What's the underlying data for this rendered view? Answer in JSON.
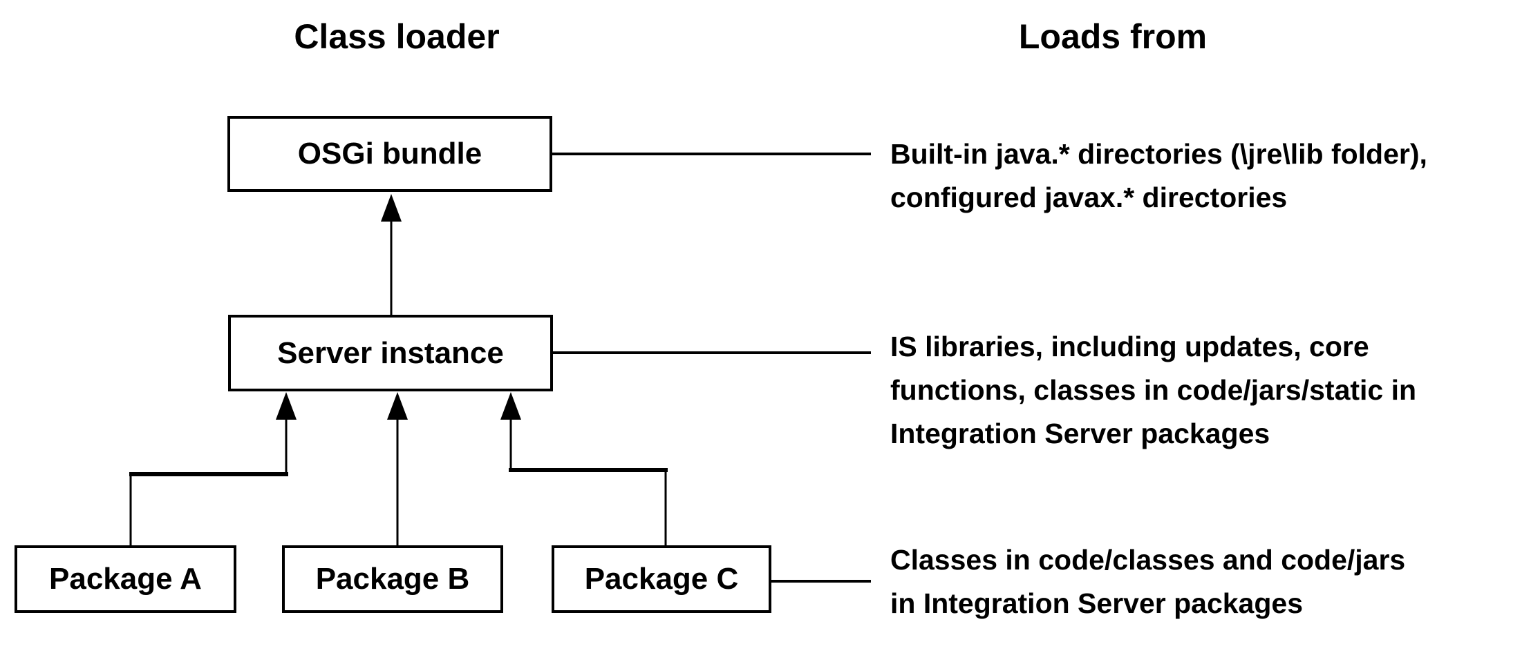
{
  "headers": {
    "left": "Class loader",
    "right": "Loads from"
  },
  "nodes": {
    "osgi": {
      "label": "OSGi bundle"
    },
    "server": {
      "label": "Server instance"
    },
    "package_a": {
      "label": "Package A"
    },
    "package_b": {
      "label": "Package B"
    },
    "package_c": {
      "label": "Package C"
    }
  },
  "loads_from": {
    "osgi": {
      "lines": [
        "Built-in java.* directories (\\jre\\lib folder),",
        "configured javax.* directories"
      ]
    },
    "server": {
      "lines": [
        "IS libraries, including updates, core",
        "functions, classes in code/jars/static in",
        "Integration Server packages"
      ]
    },
    "packages": {
      "lines": [
        "Classes in code/classes and code/jars",
        "in Integration Server packages"
      ]
    }
  },
  "colors": {
    "line": "#000000",
    "background": "#ffffff",
    "box_fill": "#ffffff"
  }
}
